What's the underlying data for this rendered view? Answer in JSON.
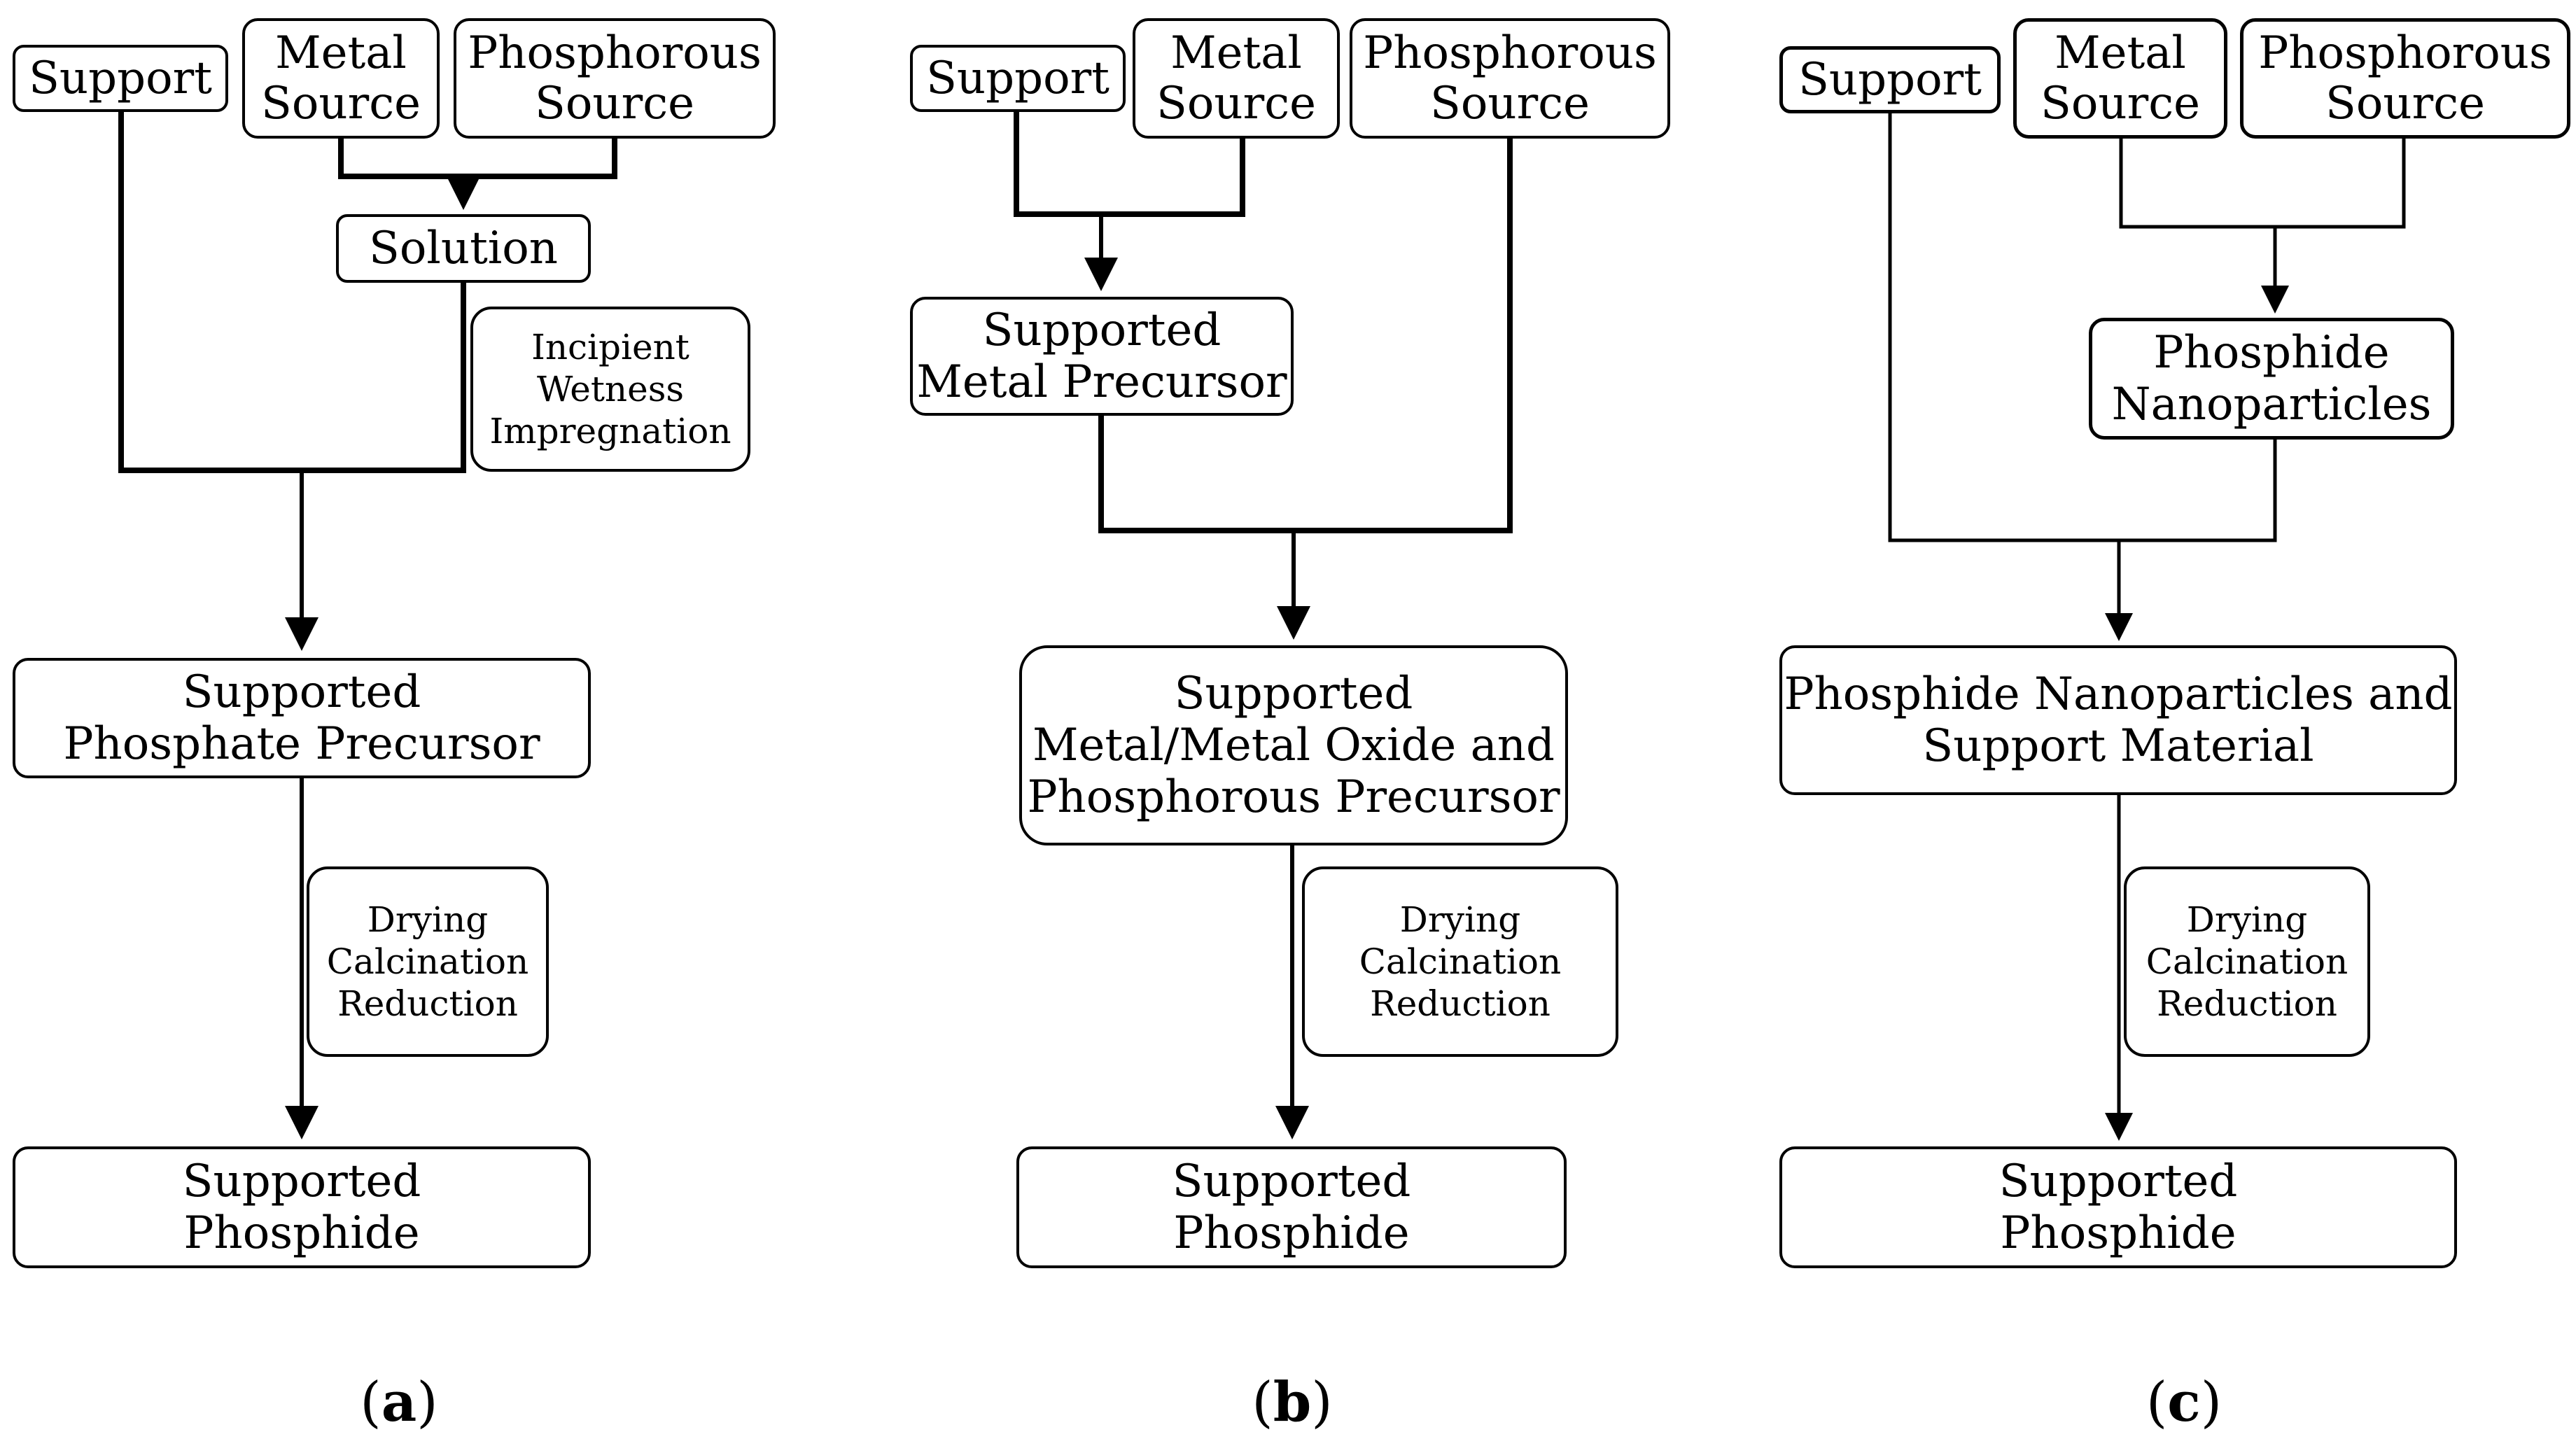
{
  "panel_a": {
    "support": "Support",
    "metal_source": "Metal\nSource",
    "phosphorous_source": "Phosphorous\nSource",
    "solution": "Solution",
    "impregnation": "Incipient\nWetness\nImpregnation",
    "precursor": "Supported\nPhosphate Precursor",
    "treatment": "Drying\nCalcination\nReduction",
    "product": "Supported\nPhosphide",
    "caption_open": "(",
    "caption_letter": "a",
    "caption_close": ")"
  },
  "panel_b": {
    "support": "Support",
    "metal_source": "Metal\nSource",
    "phosphorous_source": "Phosphorous\nSource",
    "metal_precursor": "Supported\nMetal Precursor",
    "precursor": "Supported\nMetal/Metal Oxide and\nPhosphorous Precursor",
    "treatment": "Drying\nCalcination\nReduction",
    "product": "Supported\nPhosphide",
    "caption_open": "(",
    "caption_letter": "b",
    "caption_close": ")"
  },
  "panel_c": {
    "support": "Support",
    "metal_source": "Metal\nSource",
    "phosphorous_source": "Phosphorous\nSource",
    "nanoparticles": "Phosphide\nNanoparticles",
    "mixture": "Phosphide Nanoparticles and\nSupport Material",
    "treatment": "Drying\nCalcination\nReduction",
    "product": "Supported\nPhosphide",
    "caption_open": "(",
    "caption_letter": "c",
    "caption_close": ")"
  }
}
